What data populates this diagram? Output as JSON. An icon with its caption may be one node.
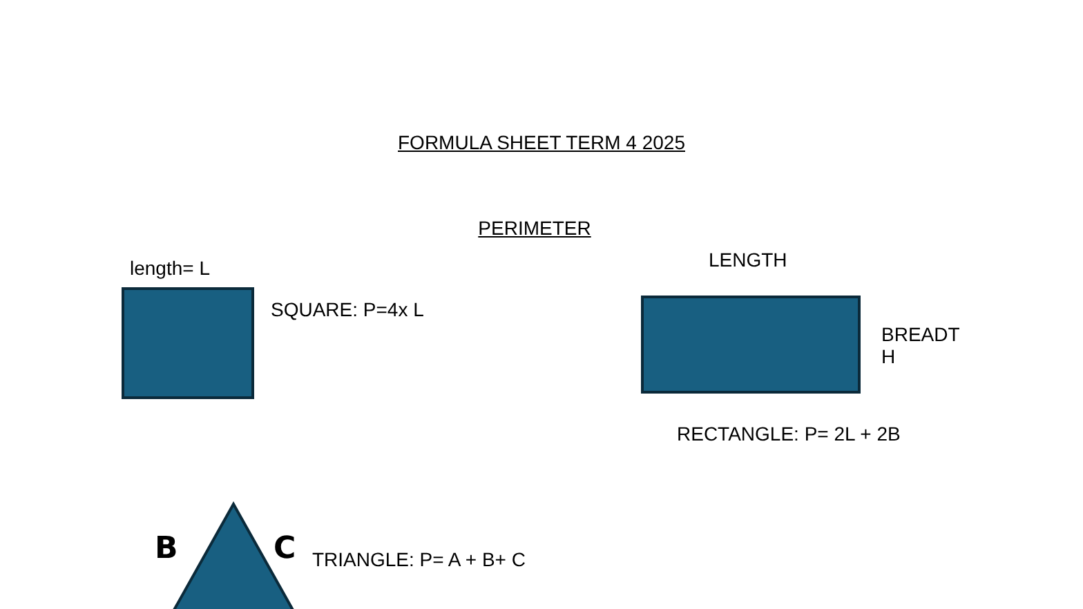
{
  "diagram": {
    "title": "FORMULA SHEET TERM 4 2025",
    "nodes": [
      {
        "text": [],
        "shape": "box",
        "beside": [
          "length= L",
          "SQUARE: P=4x L"
        ]
      },
      {
        "text": [],
        "shape": "box",
        "beside": [
          "LENGTH",
          "BREADTH",
          "RECTANGLE: P= 2L + 2B"
        ]
      },
      {
        "text": [],
        "shape": "triangle",
        "beside": [
          "B",
          "C",
          "TRIANGLE: P= A + B+ C"
        ]
      }
    ],
    "labels": [
      "PERIMETER"
    ]
  }
}
